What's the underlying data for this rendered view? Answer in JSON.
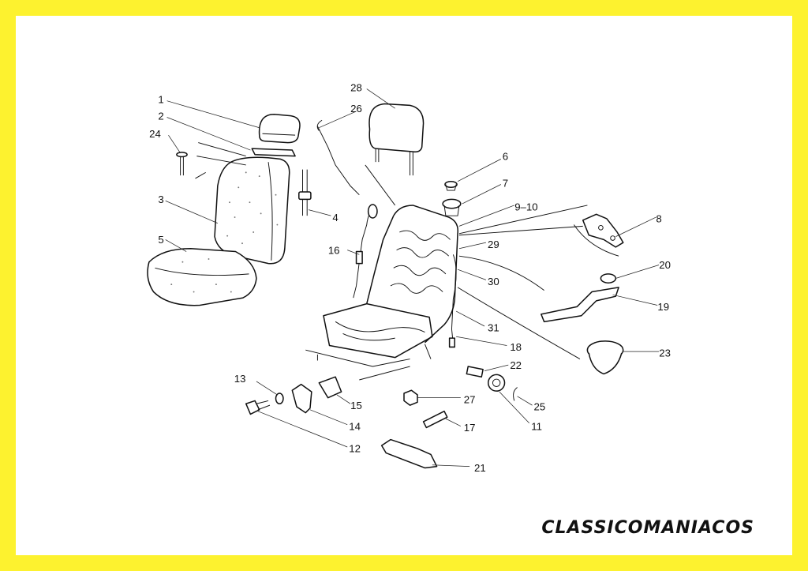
{
  "diagram": {
    "part_labels": [
      "1",
      "2",
      "24",
      "3",
      "5",
      "28",
      "26",
      "4",
      "16",
      "6",
      "7",
      "9–10",
      "8",
      "29",
      "20",
      "30",
      "19",
      "31",
      "18",
      "23",
      "22",
      "13",
      "15",
      "27",
      "25",
      "14",
      "11",
      "12",
      "17",
      "21"
    ]
  },
  "watermark": "CLASSICOMANIACOS",
  "colors": {
    "frame": "#FDF22F",
    "background": "#FFFFFF",
    "ink": "#111111"
  }
}
